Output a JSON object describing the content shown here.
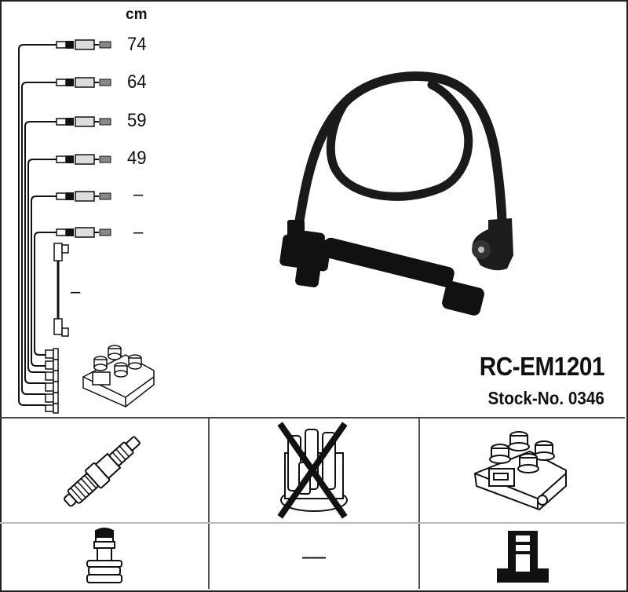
{
  "diagram": {
    "unit_label": "cm",
    "lengths": [
      {
        "cable": 1,
        "value": "74"
      },
      {
        "cable": 2,
        "value": "64"
      },
      {
        "cable": 3,
        "value": "59"
      },
      {
        "cable": 4,
        "value": "49"
      },
      {
        "cable": 5,
        "value": "–"
      },
      {
        "cable": 6,
        "value": "–"
      },
      {
        "cable": 7,
        "value": "–"
      }
    ],
    "connector_count": 6
  },
  "product": {
    "part_number": "RC-EM1201",
    "stock_number": "Stock-No. 0346",
    "photo": "ignition-cable-photo"
  },
  "compatibility": {
    "top_row": [
      {
        "icon": "spark-plug-icon",
        "crossed": false
      },
      {
        "icon": "distributor-cap-icon",
        "crossed": true
      },
      {
        "icon": "ignition-coil-icon",
        "crossed": false
      }
    ],
    "bottom_row": [
      {
        "icon": "plug-terminal-icon",
        "label": ""
      },
      {
        "icon": "none",
        "label": "—"
      },
      {
        "icon": "coil-terminal-icon",
        "label": ""
      }
    ]
  },
  "colors": {
    "line": "#111111",
    "border": "#222222",
    "divider_light": "#bbbbbb"
  }
}
